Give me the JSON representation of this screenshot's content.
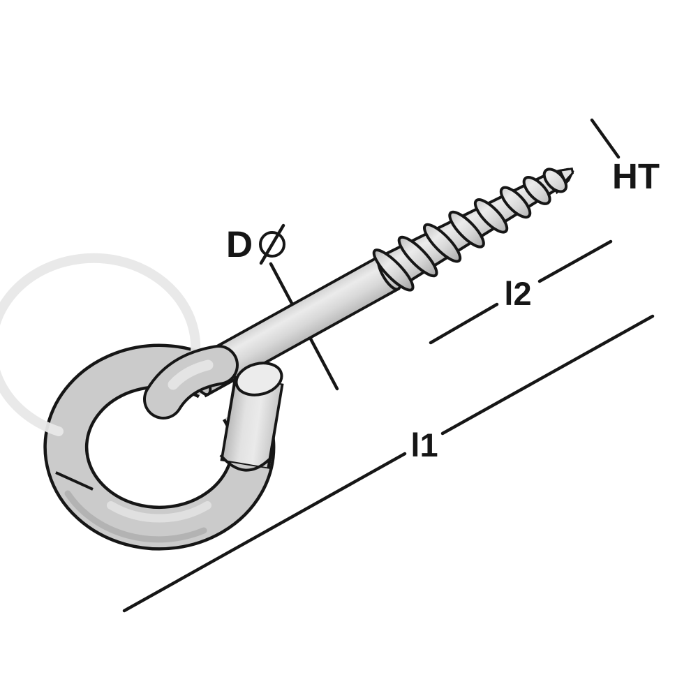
{
  "figure": {
    "description_labels": {
      "ht": "HT",
      "d": "D",
      "l1": "l1",
      "l2": "l2"
    },
    "colors": {
      "background": "#ffffff",
      "line": "#161616",
      "metal_light": "#ebebeb",
      "metal_mid": "#cbcbcb",
      "metal_dark": "#9e9e9e",
      "cut_face": "#e3e3e3"
    }
  }
}
